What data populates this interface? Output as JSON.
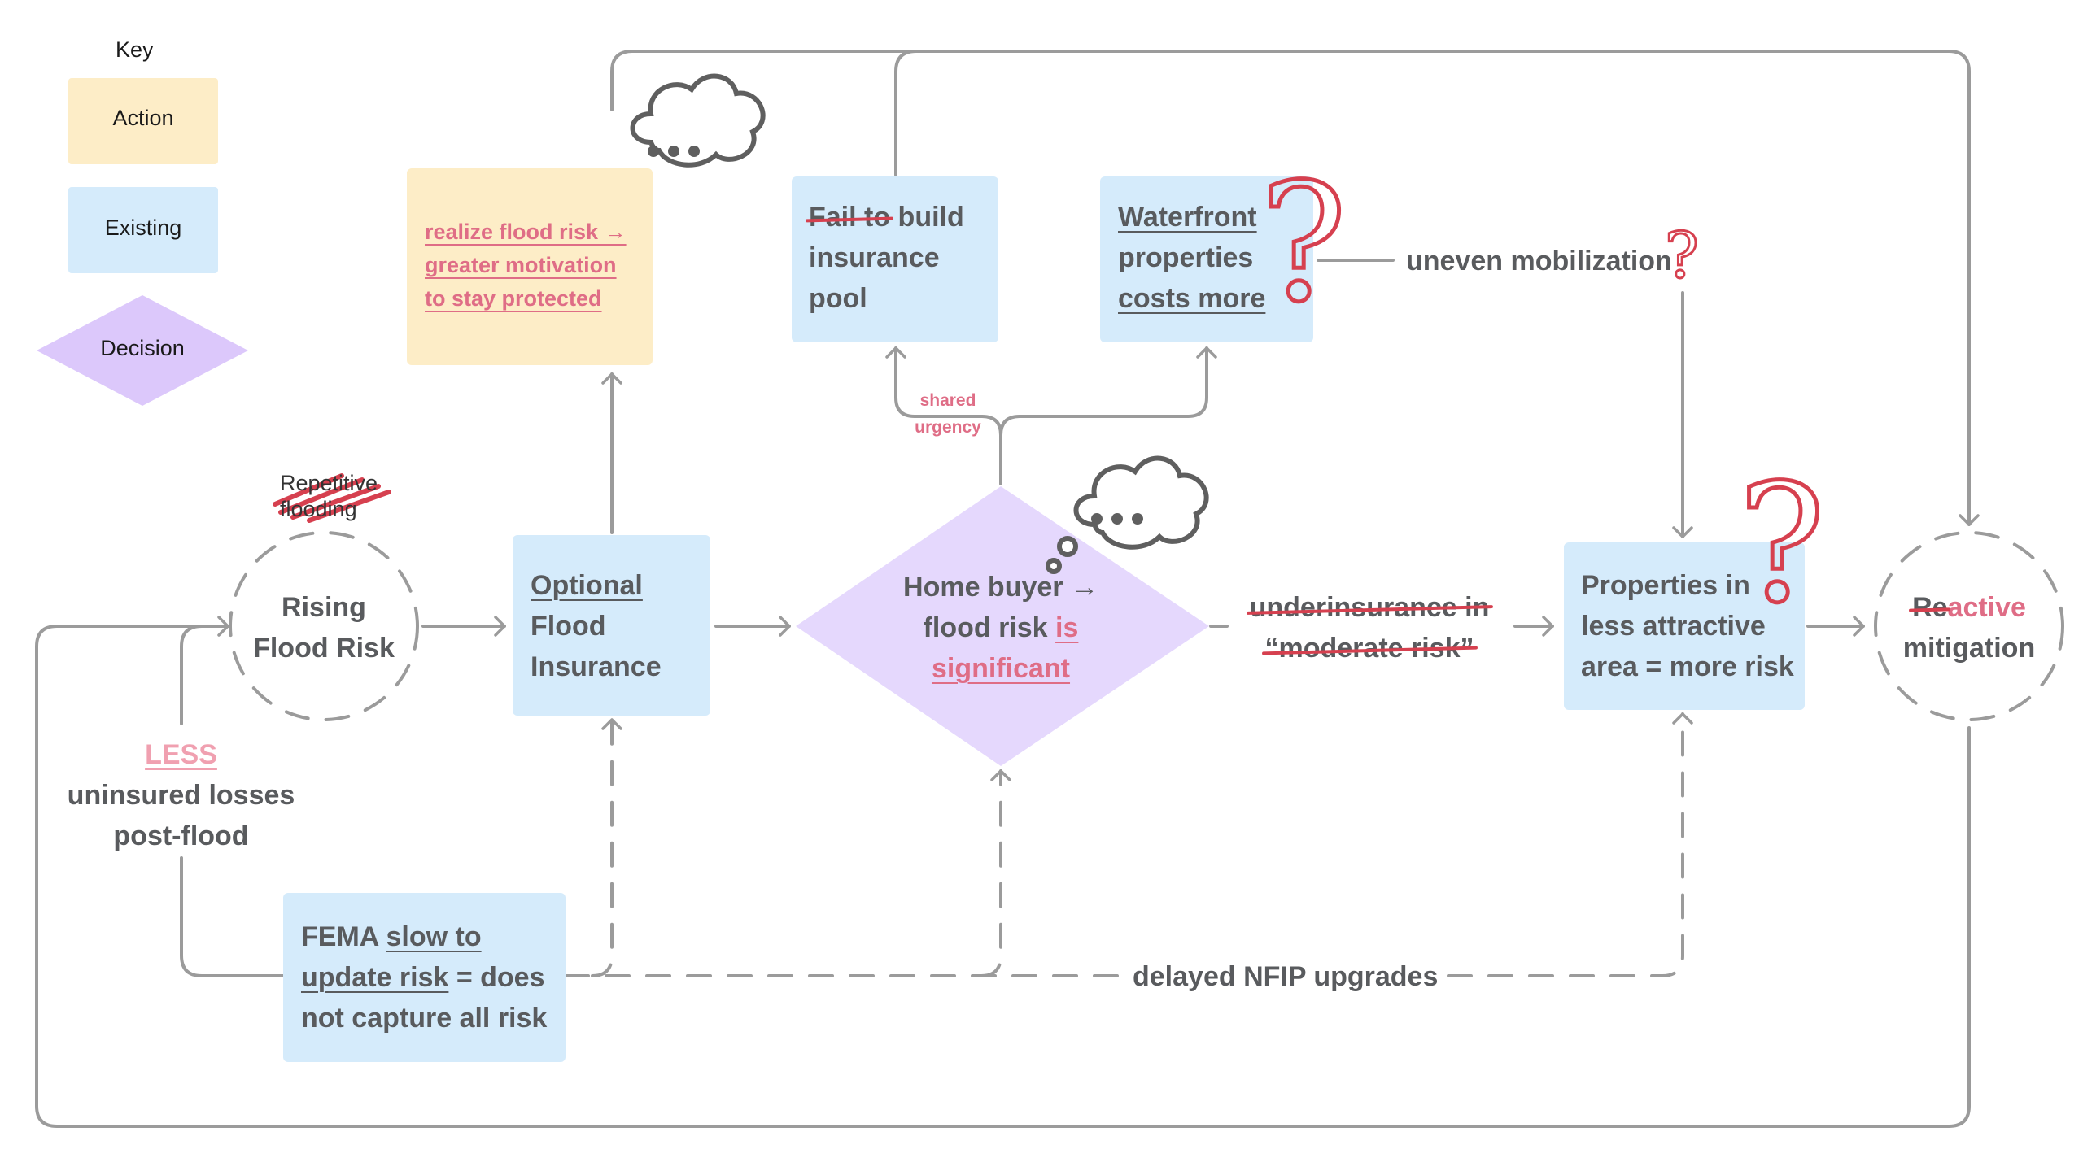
{
  "key": {
    "title": "Key",
    "action": "Action",
    "existing": "Existing",
    "decision": "Decision"
  },
  "nodes": {
    "repetitive": [
      "Repetitive",
      "flooding"
    ],
    "rising": [
      "Rising",
      "Flood Risk"
    ],
    "optional": {
      "l1": "Optional",
      "l2": "Flood",
      "l3": "Insurance"
    },
    "realize": {
      "l1": "realize flood risk →",
      "l2": "greater motivation",
      "l3": "to stay protected"
    },
    "pool": {
      "strike": "Fail to",
      "l1rest": " build",
      "l2": "insurance",
      "l3": "pool"
    },
    "waterfront": {
      "l1": "Waterfront",
      "l2": "properties",
      "l3": "costs more"
    },
    "homebuyer": {
      "l1": "Home buyer →",
      "l2a": "flood risk ",
      "l2b": "is",
      "l3": "significant"
    },
    "properties": {
      "l1": "Properties in",
      "l2": "less attractive",
      "l3": "area = more risk"
    },
    "reactive": {
      "strike": "Re",
      "l1rest": "active",
      "l2": "mitigation"
    },
    "fema": {
      "l1a": "FEMA ",
      "l1b": "slow to",
      "l2a": "update risk",
      "l2b": " = does",
      "l3": "not capture all risk"
    }
  },
  "edges": {
    "shared_urgency": [
      "shared",
      "urgency"
    ],
    "uneven": "uneven mobilization",
    "underinsurance": [
      "underinsurance in",
      "“moderate risk”"
    ],
    "less": "LESS",
    "uninsured": [
      "uninsured losses",
      "post-flood"
    ],
    "delayed": "delayed NFIP upgrades"
  },
  "annotations": {
    "question_mark": "?",
    "thought_dots": "•••"
  },
  "colors": {
    "existing": "#d5ebfb",
    "action": "#fdedc7",
    "decision": "#e5d8fd",
    "key_decision": "#dcc8fb",
    "line": "#9b9b9b",
    "text": "#595b5e",
    "pink": "#df6d86",
    "red": "#d6404f"
  }
}
